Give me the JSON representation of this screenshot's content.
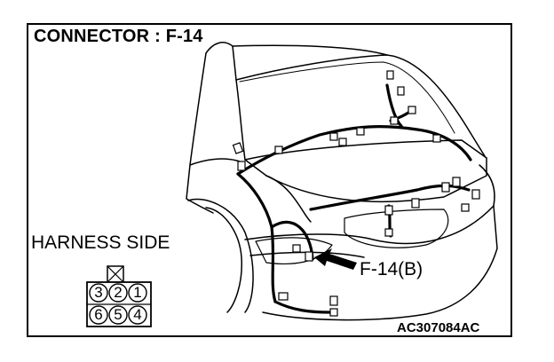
{
  "diagram": {
    "title": "CONNECTOR : F-14",
    "harness_label": "HARNESS SIDE",
    "connector_callout": "F-14(B)",
    "figure_code": "AC307084AC",
    "pins_top": [
      "3",
      "2",
      "1"
    ],
    "pins_bottom": [
      "6",
      "5",
      "4"
    ]
  }
}
